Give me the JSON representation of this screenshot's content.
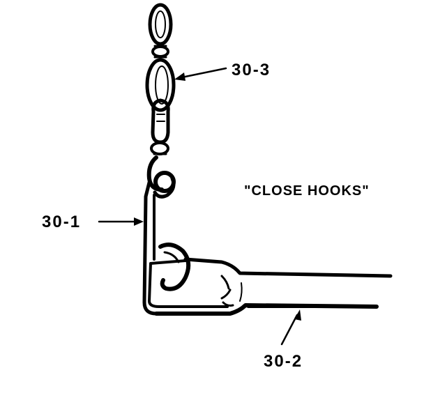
{
  "labels": {
    "chain": "30-3",
    "hook_arm": "30-1",
    "handle": "30-2",
    "caption": "\"CLOSE HOOKS\""
  }
}
